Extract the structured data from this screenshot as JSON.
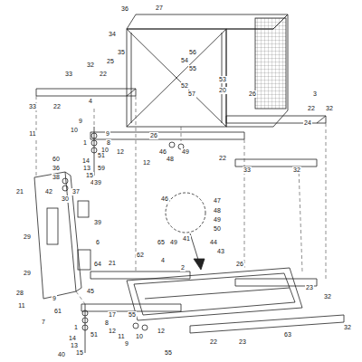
{
  "diagram": {
    "labels": [
      "36",
      "27",
      "34",
      "35",
      "32",
      "25",
      "33",
      "22",
      "56",
      "54",
      "55",
      "53",
      "52",
      "57",
      "20",
      "4",
      "26",
      "3",
      "33",
      "22",
      "22",
      "32",
      "24",
      "9",
      "10",
      "11",
      "9",
      "8",
      "12",
      "10",
      "1",
      "51",
      "14",
      "13",
      "15",
      "40",
      "26",
      "46",
      "48",
      "49",
      "12",
      "22",
      "33",
      "32",
      "60",
      "36",
      "38",
      "59",
      "42",
      "30",
      "39",
      "37",
      "21",
      "39",
      "6",
      "64",
      "29",
      "21",
      "28",
      "29",
      "46",
      "47",
      "48",
      "49",
      "50",
      "41",
      "65",
      "49",
      "44",
      "43",
      "2",
      "4",
      "62",
      "26",
      "23",
      "32",
      "61",
      "45",
      "9",
      "11",
      "7",
      "17",
      "8",
      "12",
      "1",
      "51",
      "14",
      "13",
      "15",
      "40",
      "55",
      "11",
      "9",
      "10",
      "12",
      "55",
      "22",
      "23",
      "63",
      "32"
    ]
  }
}
